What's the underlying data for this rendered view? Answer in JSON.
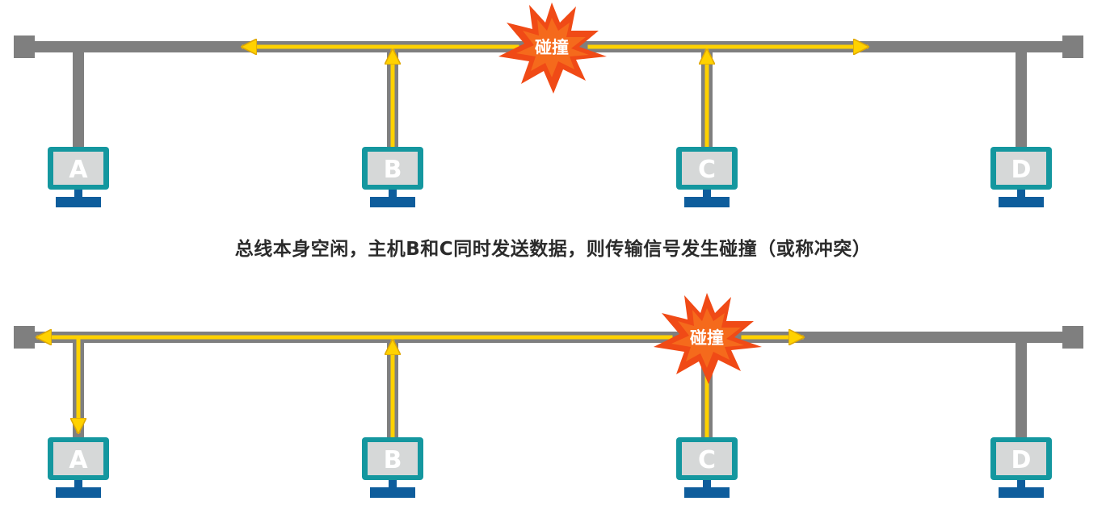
{
  "colors": {
    "bus": "#7f7f7f",
    "signal": "#ffd200",
    "signal_outline": "#e0a800",
    "monitor_frame": "#14979f",
    "monitor_screen": "#d6d8d8",
    "monitor_stand": "#0e5d9c",
    "burst_outer": "#f04a16",
    "burst_inner": "#f56a1c",
    "caption": "#2b2b2b"
  },
  "hosts": [
    "A",
    "B",
    "C",
    "D"
  ],
  "scenario1": {
    "collision_label": "碰撞"
  },
  "caption": "总线本身空闲，主机B和C同时发送数据，则传输信号发生碰撞（或称冲突）",
  "scenario2": {
    "collision_label": "碰撞"
  }
}
